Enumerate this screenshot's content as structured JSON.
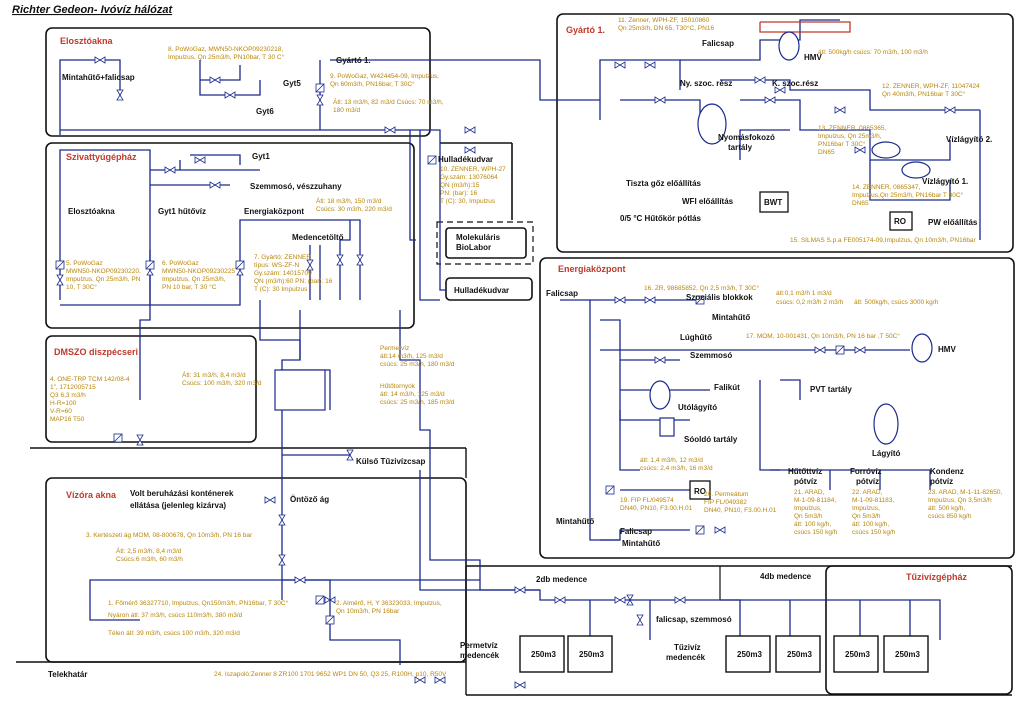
{
  "colors": {
    "pipe": "#1a2a8c",
    "box": "#111111",
    "red_title": "#c0392b",
    "note": "#b8860b",
    "dash": "#111111"
  },
  "title": "Richter Gedeon- Ivóvíz hálózat",
  "sections": {
    "elosztoakna": "Elosztóakna",
    "szivattyughaz": "Szivattyúgépház",
    "dmszo": "DMSZO diszpécseri",
    "vizora": "Vízóra akna",
    "gyarto1": "Gyártó 1.",
    "energiakozpont": "Energiaközpont",
    "tuzvizgephaz": "Tűzivízgépház"
  },
  "labels": {
    "mintahuto_falicsap": "Mintahűtő+falicsap",
    "gyt5": "Gyt5",
    "gyt6": "Gyt6",
    "gyarto1_small": "Gyártó 1.",
    "gyt1": "Gyt1",
    "szemmoso_veszzuhany": "Szemmosó, vészzuhany",
    "elosztoakna2": "Elosztóakna",
    "gyt1_hutoviz": "Gyt1 hűtővíz",
    "energiakozpont_lbl": "Energiaközpont",
    "medencetolto": "Medencetöltő",
    "hulladekudvar1": "Hulladékudvar",
    "hulladekudvar2": "Hulladékudvar",
    "molekularis": "Molekuláris",
    "biolabor": "BioLabor",
    "kulso_tuzivizcsap": "Külső Tűzivízcsap",
    "volt_beruhazasi": "Volt beruházási konténerek",
    "ellatasa": "ellátása (jelenleg kizárva)",
    "ontozo_ag": "Öntöző ág",
    "telekhatar": "Telekhatár",
    "ketdb_medence": "2db medence",
    "negydb_medence": "4db medence",
    "falicsap_szemmoso": "falicsap, szemmosó",
    "permetviz_medencek_1": "Permetvíz",
    "permetviz_medencek_2": "medencék",
    "tuziviz_medencek_1": "Tűzivíz",
    "tuziviz_medencek_2": "medencék",
    "tank": "250m3",
    "falicsap_g": "Falicsap",
    "ny_szoc": "Ny. szoc. rész",
    "k_szoc": "K. szoc.rész",
    "hmv_g": "HMV",
    "nyomasfokozo_1": "Nyomásfokozó",
    "nyomasfokozo_2": "tartály",
    "vizlagyito2": "Vízlágyító 2.",
    "vizlagyito1": "Vízlágyító 1.",
    "tiszta_goz": "Tiszta gőz előállítás",
    "wfi": "WFI előállítás",
    "hutokor": "0/5 °C Hűtőkör pótlás",
    "bwt": "BWT",
    "ro_g": "RO",
    "pw": "PW előállítás",
    "falicsap_e": "Falicsap",
    "szocialis": "Szociális blokkok",
    "mintahuto_e": "Mintahűtő",
    "hmv_e": "HMV",
    "lughuto": "Lúghűtő",
    "szemmoso_e": "Szemmosó",
    "falikut": "Falikút",
    "pvt": "PVT tartály",
    "utolagyito": "Utólágyító",
    "sooldo": "Sóoldó tartály",
    "lagyito": "Lágyító",
    "ro_e": "RO",
    "hutotviz_potviz_1": "Hűtőttvíz",
    "hutotviz_potviz_2": "pótvíz",
    "forroviz_potviz_1": "Forróvíz",
    "forroviz_potviz_2": "pótvíz",
    "kondenz_potviz_1": "Kondenz",
    "kondenz_potviz_2": "pótvíz",
    "mintahuto_e2": "Mintahűtő",
    "falicsap_e2": "Falicsap",
    "mintahuto_e3": "Mintahűtő"
  },
  "meters": {
    "m8": [
      "8. PoWoGaz, MWN50-NKOP09230218,",
      "Impulzus, Qn 25m3/h, PN10bar, T 30 C°"
    ],
    "m9": [
      "9. PoWoGaz, W424454-09, Impulzus,",
      "Qn 60m3/h, PN16bar, T 30C°"
    ],
    "m9_flow": [
      "Átl: 13 m3/h, 82 m3/d  Csúcs: 70 m3/h,",
      "180 m3/d"
    ],
    "m10": [
      "10. ZENNER, WPH-27",
      "Gy.szám: 13076064",
      "QN (m3/h):15",
      "PN: (bar): 16",
      "T (C): 30, Impulzus"
    ],
    "m10_flow": [
      "Átl: 18 m3/h, 150 m3/d",
      "Csúcs: 30 m3/h, 220 m3/d"
    ],
    "m5": [
      "5. PoWoGaz",
      "MWN50-NKOP09230220,",
      "Impulzus, Qn 25m3/h, PN",
      "10, T 30C°"
    ],
    "m6": [
      "6. PoWoGaz",
      "MWN50-NKOP09230225",
      "Impulzus, Qn 25m3/h,",
      "PN 10 bar, T 30 °C"
    ],
    "m7": [
      "7. Gyártó: ZENNER",
      "típus: WS-ZF-N",
      "Gy.szám: 14015709",
      "QN (m3/h):60 PN: (bar): 16",
      "T (C): 30 Impulzus"
    ],
    "m4": [
      "4. ONE-TRP TCM 142/08-4",
      "1\", 1712005715",
      "Q3 6,3 m3/h",
      "H-R=100",
      "V-R=60",
      "MAP16 T50"
    ],
    "dmszo_flow": [
      "Átl: 31 m3/h, 8,4 m3/d",
      "Csúcs: 100 m3/h, 320 m3/d"
    ],
    "permetviz_flow": [
      "Permetvíz",
      "átl:14 m3/h, 125 m3/d",
      "csúcs: 25 m3/h, 180 m3/d"
    ],
    "hutotornyok_flow": [
      "Hűtőtornyok",
      "átl: 14 m3/h, 125 m3/d",
      "csúcs: 25 m3/h, 185 m3/d"
    ],
    "m3": [
      "3. Kertészeti ág MOM, 08-800678, Qn 10m3/h, PN 16 bar"
    ],
    "m3_flow": [
      "Átl: 2,5 m3/h, 8,4 m3/d",
      "Csúcs:6 m3/h, 60 m3/h"
    ],
    "m1": [
      "1. Főmérő 36327710, Impulzus, Qn150m3/h, PN16bar, T 30C°"
    ],
    "m1_nyar": [
      "Nyáron átl: 37 m3/h, csúcs 110m3/h, 380 m3/d"
    ],
    "m1_tel": [
      "Télen átl: 39 m3/h, csúcs 100 m3/h, 320 m3/d"
    ],
    "m2": [
      "2. Almérő, H, Y 36323033, Impulzus,",
      "Qn 10m3/h, PN 16bar"
    ],
    "m24": [
      "24. Iszapoló:Zenner 8 ZR100 1701 9652 WP1 DN 50, Q3 25, R100H, p10, R50V"
    ],
    "m11": [
      "11. Zenner, WPH-ZF, 15010860",
      "Qn 25m3/h, DN 65, T30°C, PN16"
    ],
    "m11_flow": [
      "átl: 500kg/h csúcs: 70 m3/h, 100 m3/h"
    ],
    "m12": [
      "12. ZENNER, WPH-ZF, 11047424",
      "Qn 40m3/h, PN16bar T 30C°"
    ],
    "m13": [
      "13. ZENNER, 0865365,",
      "Impulzus, Qn 25m3/h,",
      "PN16bar T 30C°",
      "DN65"
    ],
    "m14": [
      "14. ZENNER, 0865347,",
      "Impulzus,Qn 25m3/h, PN16bar T 30C°",
      "DN65"
    ],
    "m15": [
      "15. SILMAS S.p.a FE005174-09,Impulzus, Qn 10m3/h, PN16bar"
    ],
    "m16": [
      "16. ZR, 98685852, Qn 2,5 m3/h, T 30C°"
    ],
    "m16_flow1": [
      "átl:0,1 m3/h 1 m3/d"
    ],
    "m16_flow2": [
      "csúcs: 0,2 m3/h 2 m3/h"
    ],
    "m16_flow3": [
      "átl: 500kg/h, csúcs 3000 kg/h"
    ],
    "m17": [
      "17. MOM, 10-001431, Qn 10m3/h, PN 16 bar ,T 50C°"
    ],
    "e_flow": [
      "átl: 1,4 m3/h, 12 m3/d",
      "csúcs: 2,4 m3/h, 16 m3/d"
    ],
    "m19": [
      "19. FIP FL/049574",
      "DN40, PN10, F3.00.H.01"
    ],
    "m20": [
      "20. Permeátum",
      "FIP FL/049382",
      "DN40, PN10, F3.00.H.01"
    ],
    "m21": [
      "21. ARAD,",
      "M-1-09-81184,",
      "Impulzus,",
      "Qn 5m3/h",
      "átl: 100 kg/h,",
      "csúcs 150 kg/h"
    ],
    "m22": [
      "22. ARAD,",
      "M-1-09-81183,",
      "Impulzus,",
      "Qn 5m3/h",
      "átl: 100 kg/h,",
      "csúcs 150 kg/h"
    ],
    "m23": [
      "23. ARAD, M-1-11-82650,",
      "Impulzus, Qn 3,5m3/h",
      "átl: 500 kg/h,",
      "csúcs 850 kg/h"
    ]
  }
}
